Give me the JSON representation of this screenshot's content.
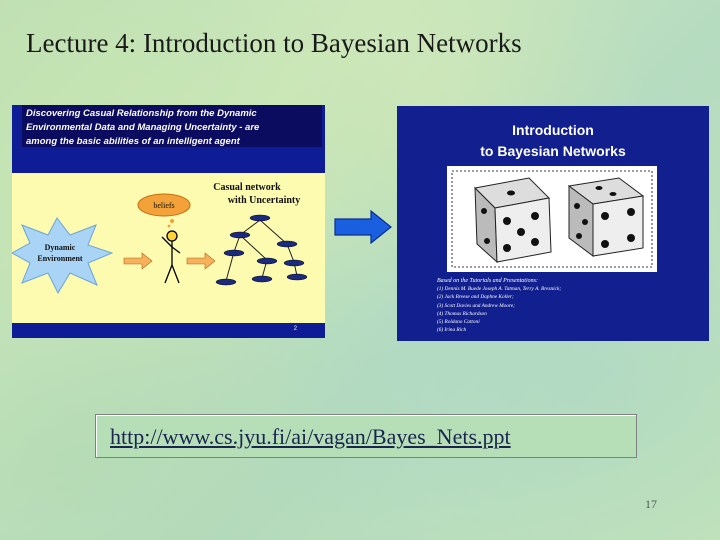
{
  "title": "Lecture 4: Introduction to Bayesian Networks",
  "left_slide": {
    "heading_line1": "Discovering Casual Relationship from the Dynamic",
    "heading_line2": "Environmental Data and Managing Uncertainty - are",
    "heading_line3": "among the basic abilities of an intelligent agent",
    "network_label_line1": "Casual network",
    "network_label_line2": "with Uncertainty",
    "beliefs_label": "beliefs",
    "environment_line1": "Dynamic",
    "environment_line2": "Environment",
    "page": "2"
  },
  "right_slide": {
    "title_line1": "Introduction",
    "title_line2": "to Bayesian Networks",
    "refs_heading": "Based on the Tutorials and Presentations:",
    "refs": [
      "(1) Dennis M. Buede Joseph A. Tatman, Terry A. Bresnick;",
      "(2) Jack Breese and Daphne Koller;",
      "(3) Scott Davies and Andrew Moore;",
      "(4) Thomas Richardson",
      "(5) Roldano Cattoni",
      "(6) Irina Rich"
    ]
  },
  "link": {
    "url": "http://www.cs.jyu.fi/ai/vagan/Bayes_Nets.ppt"
  },
  "page_number": "17"
}
